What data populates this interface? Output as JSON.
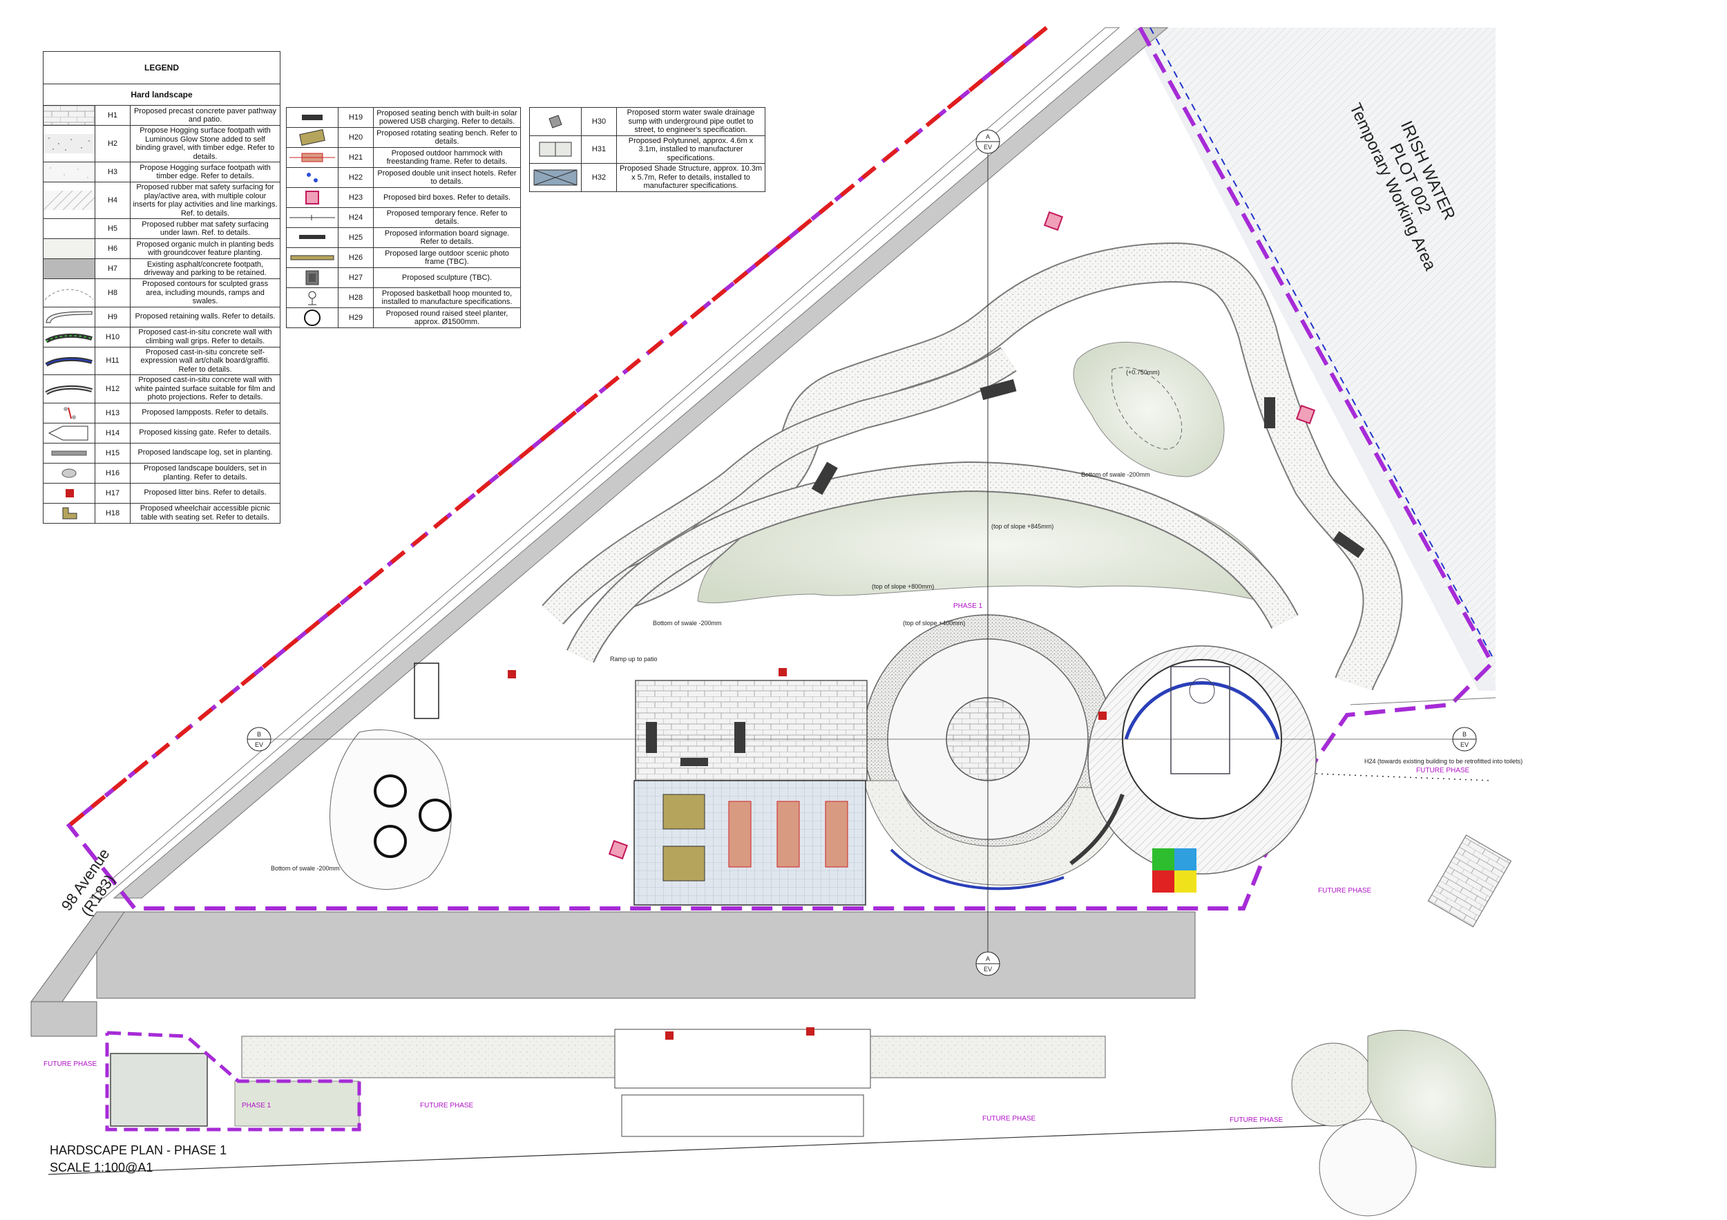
{
  "legend": {
    "title": "LEGEND",
    "section": "Hard landscape",
    "col1": [
      {
        "code": "H1",
        "desc": "Proposed precast concrete paver pathway and patio.",
        "swatch": "paver"
      },
      {
        "code": "H2",
        "desc": "Propose Hogging surface footpath with Luminous Glow Stone added to self binding gravel, with timber edge. Refer to details.",
        "swatch": "dots-dense"
      },
      {
        "code": "H3",
        "desc": "Propose Hogging surface footpath with timber edge. Refer to details.",
        "swatch": "dots"
      },
      {
        "code": "H4",
        "desc": "Proposed rubber mat safety surfacing for play/active area, with multiple colour inserts for play activities and line markings. Ref. to details.",
        "swatch": "hatch"
      },
      {
        "code": "H5",
        "desc": "Proposed rubber mat safety surfacing under lawn. Ref. to details.",
        "swatch": "speckle"
      },
      {
        "code": "H6",
        "desc": "Proposed organic mulch in planting beds with groundcover feature planting.",
        "swatch": "mulch"
      },
      {
        "code": "H7",
        "desc": "Existing asphalt/concrete footpath, driveway and parking to be retained.",
        "swatch": "asphalt"
      },
      {
        "code": "H8",
        "desc": "Proposed contours for sculpted grass area, including mounds, ramps and swales.",
        "swatch": "contour"
      },
      {
        "code": "H9",
        "desc": "Proposed retaining walls. Refer to details.",
        "swatch": "wall"
      },
      {
        "code": "H10",
        "desc": "Proposed cast-in-situ concrete wall with climbing wall grips. Refer to details.",
        "swatch": "climb"
      },
      {
        "code": "H11",
        "desc": "Proposed cast-in-situ concrete self-expression wall art/chalk board/graffiti. Refer to details.",
        "swatch": "chalk"
      },
      {
        "code": "H12",
        "desc": "Proposed cast-in-situ concrete wall with white painted surface suitable for film and photo projections. Refer to details.",
        "swatch": "film"
      },
      {
        "code": "H13",
        "desc": "Proposed lampposts. Refer to details.",
        "swatch": "lamp"
      },
      {
        "code": "H14",
        "desc": "Proposed kissing gate. Refer to details.",
        "swatch": "gate"
      },
      {
        "code": "H15",
        "desc": "Proposed landscape log, set in planting.",
        "swatch": "log"
      },
      {
        "code": "H16",
        "desc": "Proposed landscape boulders, set in planting. Refer to details.",
        "swatch": "boulder"
      },
      {
        "code": "H17",
        "desc": "Proposed litter bins. Refer to details.",
        "swatch": "bin"
      },
      {
        "code": "H18",
        "desc": "Proposed wheelchair accessible picnic table with seating set. Refer to details.",
        "swatch": "picnic"
      }
    ],
    "col2": [
      {
        "code": "H19",
        "desc": "Proposed seating bench with built-in solar powered USB charging. Refer to details.",
        "swatch": "bench"
      },
      {
        "code": "H20",
        "desc": "Proposed rotating seating bench. Refer to details.",
        "swatch": "rotbench"
      },
      {
        "code": "H21",
        "desc": "Proposed outdoor hammock with freestanding frame. Refer to details.",
        "swatch": "hammock"
      },
      {
        "code": "H22",
        "desc": "Proposed double unit insect hotels. Refer to details.",
        "swatch": "insect"
      },
      {
        "code": "H23",
        "desc": "Proposed bird boxes. Refer to details.",
        "swatch": "birdbox"
      },
      {
        "code": "H24",
        "desc": "Proposed temporary fence. Refer to details.",
        "swatch": "fence"
      },
      {
        "code": "H25",
        "desc": "Proposed information board signage. Refer to details.",
        "swatch": "infoboard"
      },
      {
        "code": "H26",
        "desc": "Proposed large outdoor scenic photo frame (TBC).",
        "swatch": "photoframe"
      },
      {
        "code": "H27",
        "desc": "Proposed sculpture (TBC).",
        "swatch": "sculpture"
      },
      {
        "code": "H28",
        "desc": "Proposed basketball hoop mounted to, installed to manufacture specifications.",
        "swatch": "hoop"
      },
      {
        "code": "H29",
        "desc": "Proposed round raised steel planter, approx. Ø1500mm.",
        "swatch": "planter"
      }
    ],
    "col3": [
      {
        "code": "H30",
        "desc": "Proposed storm water swale drainage sump with underground pipe outlet to street, to engineer's specification.",
        "swatch": "sump"
      },
      {
        "code": "H31",
        "desc": "Proposed Polytunnel, approx. 4.6m x 3.1m, installed to manufacturer specifications.",
        "swatch": "polytunnel"
      },
      {
        "code": "H32",
        "desc": "Proposed Shade Structure, approx. 10.3m x 5.7m, Refer to details, installed to manufacturer specifications.",
        "swatch": "shade"
      }
    ]
  },
  "plan": {
    "road_name": "98 Avenue",
    "road_code": "(R183)",
    "adjacent_owner": "IRISH WATER",
    "adjacent_plot": "PLOT 002",
    "adjacent_use": "Temporary Working Area",
    "phase_label": "PHASE 1",
    "future_label": "FUTURE PHASE",
    "section_a": "A",
    "section_b": "B",
    "section_ref": "EV",
    "notes": {
      "ramp": "Ramp up to patio",
      "bottom_swale": "Bottom of swale -200mm",
      "top_845": "(top of slope +845mm)",
      "top_800": "(top of slope +800mm)",
      "top_400": "(top of slope +400mm)",
      "mound_750": "(+0.750mm)",
      "fence_note": "H24 (towards existing building to be retrofitted into toilets)"
    }
  },
  "title": {
    "main": "HARDSCAPE PLAN - PHASE 1",
    "scale": "SCALE 1:100@A1"
  },
  "colors": {
    "boundary": "#a62bd6",
    "road_line": "#e11d1d",
    "asphalt": "#cfcfcf",
    "grass": "#dfe4d8",
    "path": "#f4f4f2"
  }
}
